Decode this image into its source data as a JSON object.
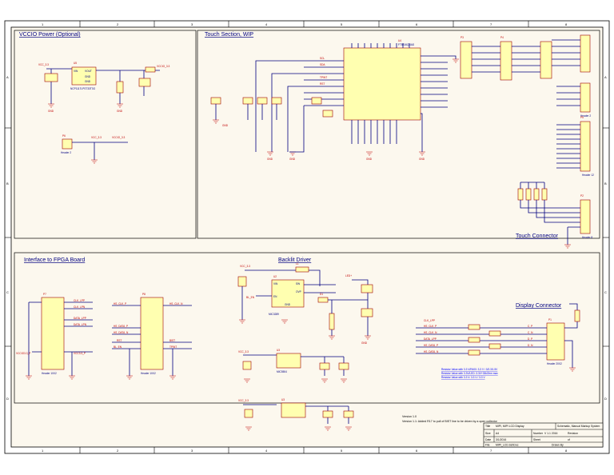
{
  "sections": {
    "vccio": "VCCIO Power (Optional)",
    "touch": "Touch Section, WIP",
    "fpga": "Interface to FPGA Board",
    "backlit": "Backlit Driver",
    "display": "Display Connector",
    "touch_conn": "Touch Connector"
  },
  "border": {
    "cols": [
      "1",
      "2",
      "3",
      "4",
      "5",
      "6",
      "7",
      "8"
    ],
    "rows": [
      "A",
      "B",
      "C",
      "D"
    ]
  },
  "notes": {
    "version_a": "Version 1.0",
    "version_b": "Version 1.1: Added R17 to pull of BIST line to be driven by a open collector",
    "blue_line_1": "Resistor Value with 3.3 V/R400: 3.3 V / 3/3.3/1.5V",
    "blue_line_2": "Resistor Value with 3.3V/LED: 3.3V+33kOhm max",
    "blue_line_3": "Resistor Value with 3.3 V: 3.3 V / 3.3 V"
  },
  "title_block": {
    "title_label": "Title",
    "title_value": "MIPI, MIPI LCD Display",
    "size_label": "Size",
    "size_value": "A4",
    "number_label": "Number",
    "number_value": "V 1.1 2016",
    "revision_label": "Revision",
    "date_label": "Date",
    "date_value": "3/1/2016",
    "sheet_label": "Sheet",
    "sheet_value": "of",
    "file_label": "File",
    "file_value": "MIPI_LCD.SchDoc",
    "drawn_label": "Drawn By",
    "subtitle": "Schematic, Manual Markup System"
  },
  "parts": {
    "u5": "U5",
    "u5_name": "NCP1117LPST33T3G",
    "u5_pins": [
      "VIN",
      "VOUT",
      "GND",
      "GND"
    ],
    "p6": "P6",
    "p6_name": "Header 2",
    "vccio_net": "VCCIO_3.3",
    "vcc_net": "VCC_3.3",
    "u4": "U4",
    "u4_name": "FT5316QUAD",
    "p3": "P3",
    "p3_name": "Header 2",
    "p4": "P4",
    "p5": "P5",
    "p5_name": "Header 12",
    "p2": "P2",
    "p2_name": "Header 8",
    "p7": "P7",
    "p7_name": "Header 10X2",
    "p8": "P8",
    "p8_name": "Header 10X2",
    "u2": "U2",
    "u2_name": "MIC3289",
    "u2_pins": [
      "VIN",
      "SW",
      "EN",
      "OVP",
      "GND"
    ],
    "l1": "L1",
    "d1": "D1",
    "u3": "U3",
    "u3_name": "MIC5504",
    "u3b": "U3",
    "p1": "P1",
    "p1_name": "Header 20X2",
    "led": "LED+",
    "gnd": "GND"
  },
  "nets": {
    "clk_lpp": "CLK_LPP",
    "clk_lpn": "CLK_LPN",
    "data_lpp": "DATA_LPP",
    "data_lpn": "DATA_LPN",
    "hs_clk_p": "HS_CLK_P",
    "hs_clk_n": "HS_CLK_N",
    "hs_data_p": "HS_DATA_P",
    "hs_data_n": "HS_DATA_N",
    "bl_en": "BL_EN",
    "rst": "RST",
    "bist": "BIST",
    "tpint": "TPINT",
    "scl": "SCL",
    "sda": "SDA",
    "c_p": "C_P",
    "c_n": "C_N",
    "d_p": "D_P",
    "d_n": "D_N",
    "vccio_p": "VCCIO3.3_P",
    "vcc_p": "VCC3.3_P"
  }
}
